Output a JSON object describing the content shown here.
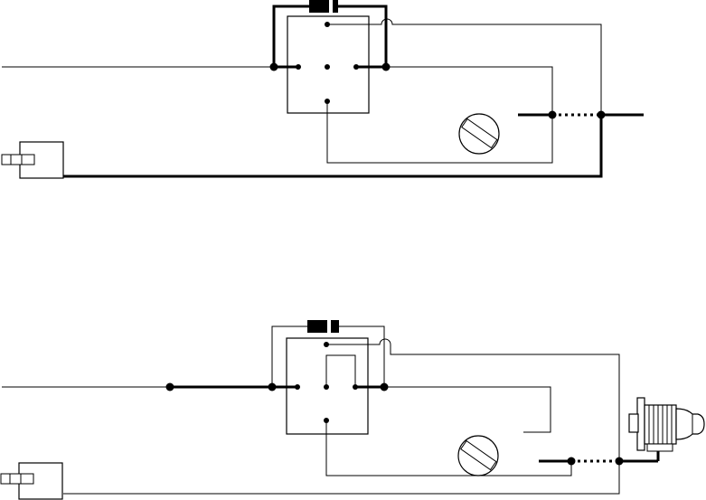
{
  "diagrams": [
    {
      "components": [
        "relay",
        "diode",
        "switch",
        "fuse",
        "plug",
        "connector"
      ]
    },
    {
      "components": [
        "relay",
        "diode",
        "switch",
        "fuse",
        "plug",
        "connector",
        "lamp"
      ]
    }
  ],
  "colors": {
    "ink": "#000000",
    "background": "#ffffff"
  }
}
